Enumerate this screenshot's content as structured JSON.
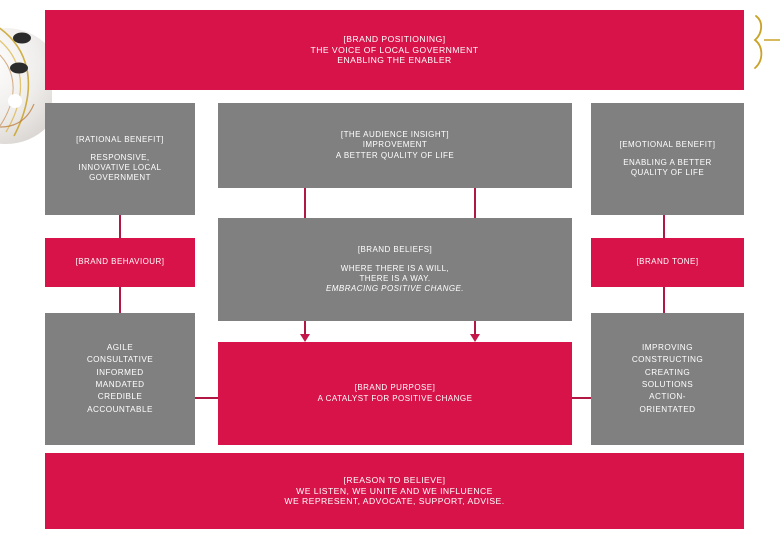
{
  "theme": {
    "crimson": "#D81349",
    "grey": "#808080",
    "connector": "#B01843",
    "text_on_fill": "#FFFFFF",
    "background": "#FFFFFF",
    "decor_gold": "#C9A227"
  },
  "decor": {
    "left_graphic": "circular-ribbon-graphic",
    "right_graphic": "gold-brace-graphic"
  },
  "diagram": {
    "type": "brand-architecture-flow",
    "nodes": {
      "brand_positioning": {
        "label": "[BRAND POSITIONING]",
        "lines": [
          "THE VOICE OF LOCAL GOVERNMENT",
          "ENABLING THE ENABLER"
        ]
      },
      "rational_benefit": {
        "label": "[RATIONAL BENEFIT]",
        "lines": [
          "RESPONSIVE,",
          "INNOVATIVE LOCAL",
          "GOVERNMENT"
        ]
      },
      "audience_insight": {
        "label": "[THE AUDIENCE INSIGHT]",
        "lines": [
          "IMPROVEMENT",
          "A BETTER QUALITY OF LIFE"
        ]
      },
      "emotional_benefit": {
        "label": "[EMOTIONAL BENEFIT]",
        "lines": [
          "ENABLING A BETTER",
          "QUALITY OF LIFE"
        ]
      },
      "brand_behaviour": {
        "label": "[BRAND BEHAVIOUR]"
      },
      "brand_beliefs": {
        "label": "[BRAND BELIEFS]",
        "lines": [
          "WHERE THERE IS A WILL,",
          "THERE IS A WAY."
        ],
        "italic_line": "EMBRACING POSITIVE CHANGE."
      },
      "brand_tone": {
        "label": "[BRAND TONE]"
      },
      "behaviour_attributes": {
        "items": [
          "AGILE",
          "CONSULTATIVE",
          "INFORMED",
          "MANDATED",
          "CREDIBLE",
          "ACCOUNTABLE"
        ]
      },
      "brand_purpose": {
        "label": "[BRAND PURPOSE]",
        "lines": [
          "A CATALYST FOR POSITIVE CHANGE"
        ]
      },
      "tone_attributes": {
        "items": [
          "IMPROVING",
          "CONSTRUCTING",
          "CREATING",
          "SOLUTIONS",
          "ACTION-",
          "ORIENTATED"
        ]
      },
      "reason_to_believe": {
        "label": "[REASON TO BELIEVE]",
        "lines": [
          "WE LISTEN, WE UNITE AND WE INFLUENCE",
          "WE REPRESENT, ADVOCATE, SUPPORT, ADVISE."
        ]
      }
    }
  }
}
